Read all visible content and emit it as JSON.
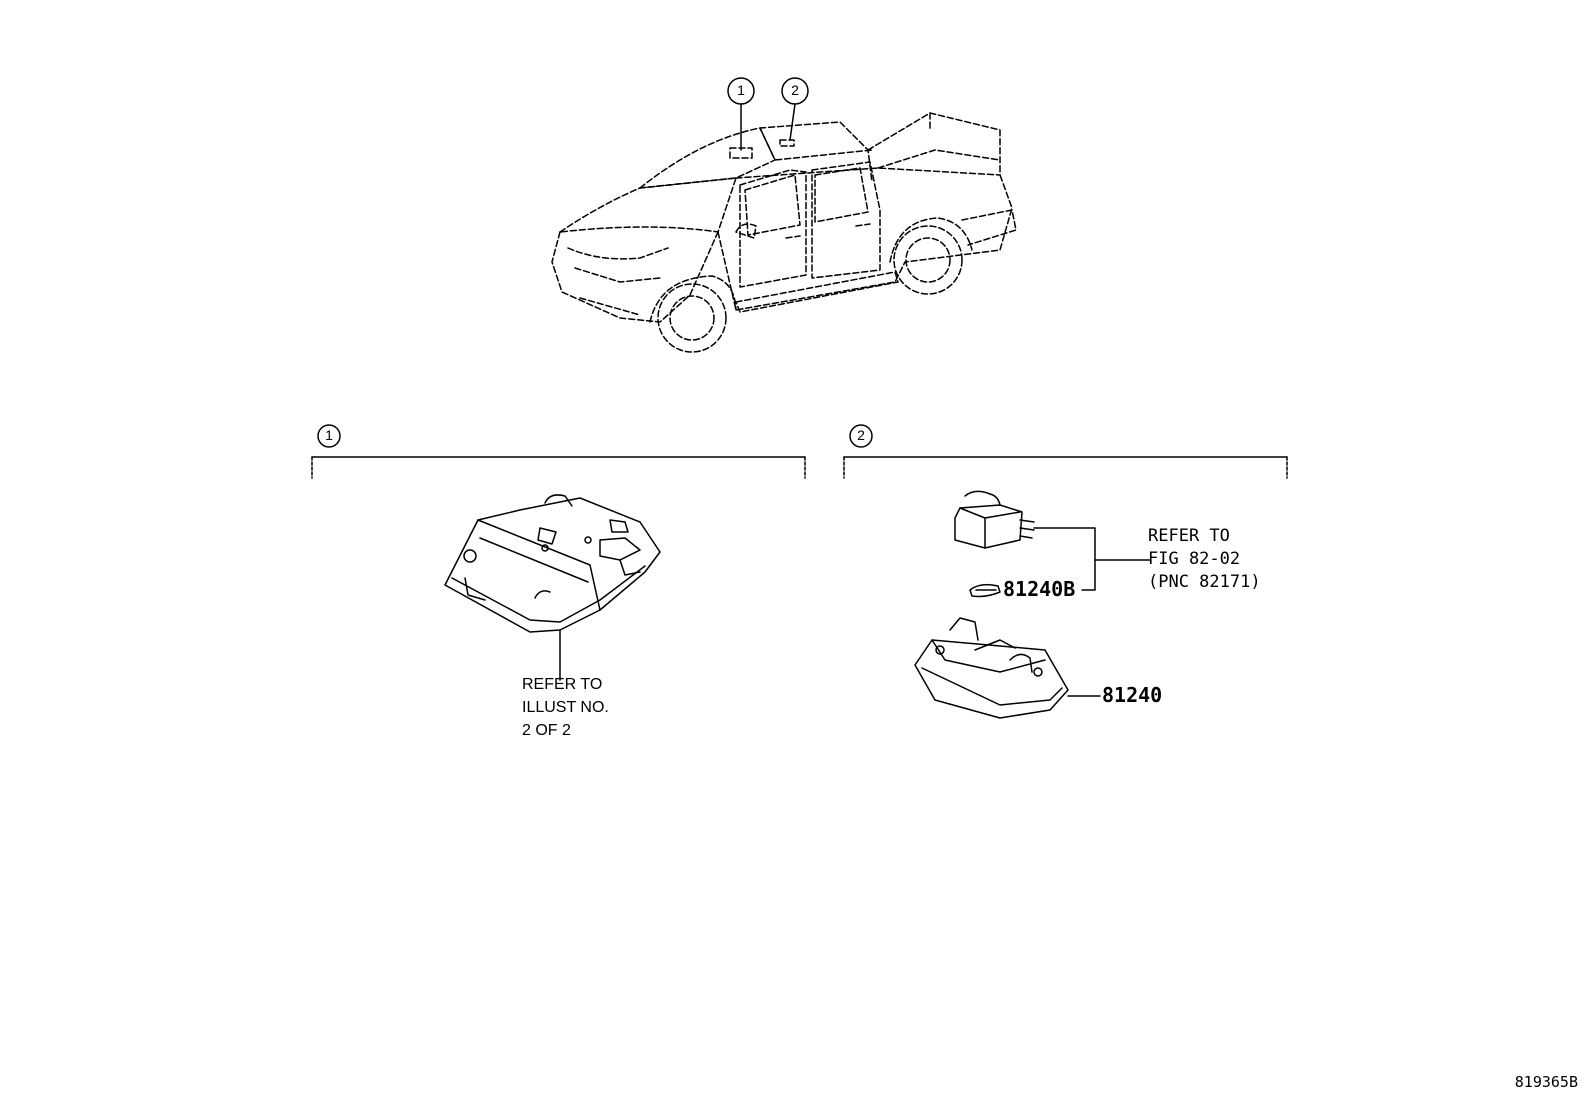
{
  "callouts": {
    "c1": "1",
    "c2": "2"
  },
  "section1": {
    "callout": "1",
    "reference": [
      "REFER TO",
      "ILLUST NO.",
      "2 OF 2"
    ]
  },
  "section2": {
    "callout": "2",
    "reference": [
      "REFER TO",
      "FIG 82-02",
      "(PNC 82171)"
    ],
    "parts": {
      "bulb": "81240B",
      "lamp_assy": "81240"
    }
  },
  "figure_id": "819365B"
}
